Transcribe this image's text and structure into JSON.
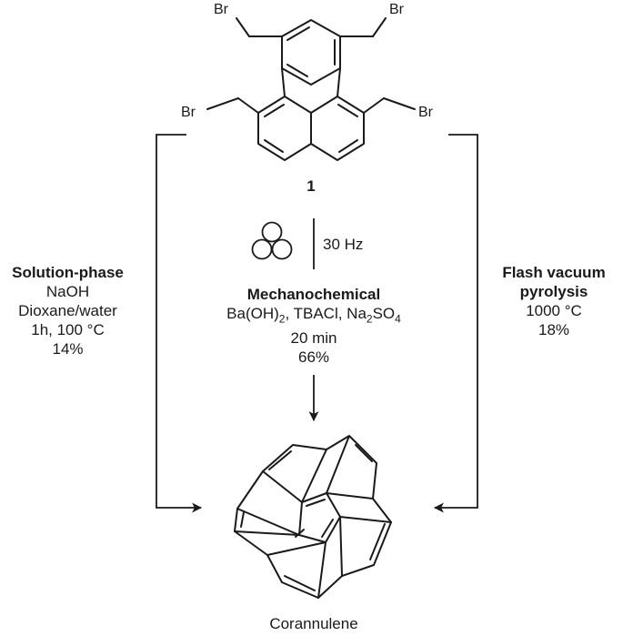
{
  "reactant": {
    "label": "1",
    "substituent": "Br"
  },
  "product": {
    "name": "Corannulene"
  },
  "left_route": {
    "title": "Solution-phase",
    "lines": [
      "NaOH",
      "Dioxane/water",
      "1h, 100 °C",
      "14%"
    ]
  },
  "center_route": {
    "frequency": "30 Hz",
    "icon": "ball-mill-icon",
    "title": "Mechanochemical",
    "reagent_ba": "Ba(OH)",
    "reagent_ba_sub": "2",
    "reagent_mid": ", TBACl, Na",
    "reagent_na_sub": "2",
    "reagent_so": "SO",
    "reagent_so_sub": "4",
    "time": "20 min",
    "yield": "66%"
  },
  "right_route": {
    "title_line1": "Flash vacuum",
    "title_line2": "pyrolysis",
    "lines": [
      "1000 °C",
      "18%"
    ]
  }
}
